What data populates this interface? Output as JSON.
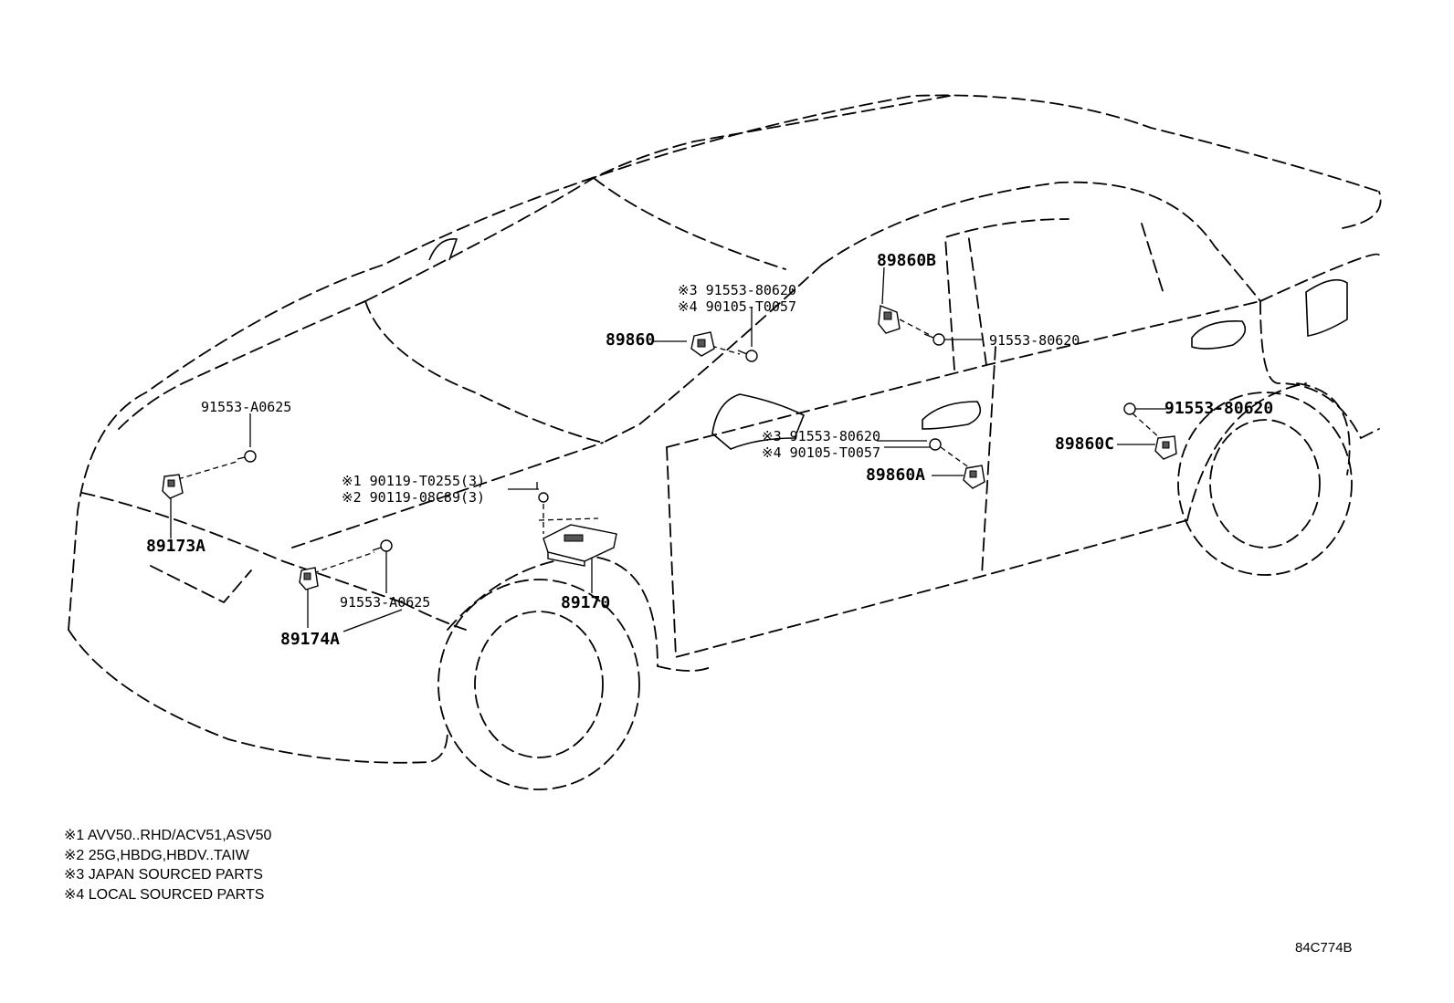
{
  "callouts": {
    "c_89860B": "89860B",
    "c_89860": "89860",
    "c_s3_91553_80620_upper": "※3 91553-80620",
    "c_s4_90105_t0057_upper": "※4 90105-T0057",
    "c_91553_80620_rear_door": "91553-80620",
    "c_91553_a0625_upper": "91553-A0625",
    "c_89173A": "89173A",
    "c_s1_90119_t0255": "※1 90119-T0255(3)",
    "c_s2_90119_08c89": "※2 90119-08C89(3)",
    "c_s3_91553_80620_lower": "※3 91553-80620",
    "c_s4_90105_t0057_lower": "※4 90105-T0057",
    "c_89860A": "89860A",
    "c_91553_80620_rear": "91553-80620",
    "c_89860C": "89860C",
    "c_91553_a0625_lower": "91553-A0625",
    "c_89170": "89170",
    "c_89174A": "89174A"
  },
  "notes": [
    "※1 AVV50..RHD/ACV51,ASV50",
    "※2 25G,HBDG,HBDV..TAIW",
    "※3 JAPAN SOURCED PARTS",
    "※4 LOCAL SOURCED PARTS"
  ],
  "diagram_id": "84C774B"
}
